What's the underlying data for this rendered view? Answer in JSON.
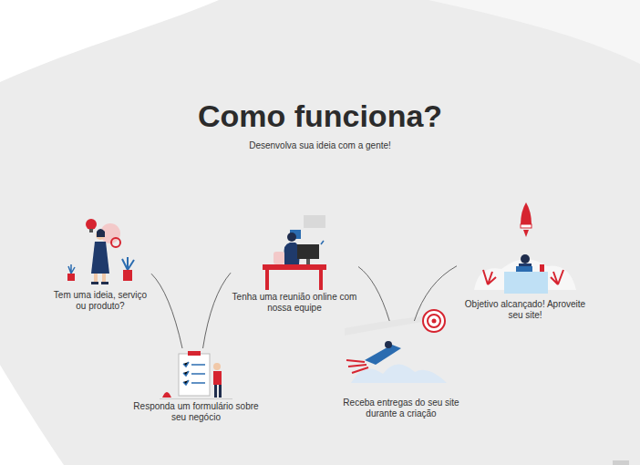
{
  "diagram": {
    "title": "Como funciona?",
    "nodes": [
      {
        "text": [
          "Tem uma ideia, serviço ou produto?"
        ]
      },
      {
        "text": [
          "Responda um formulário sobre seu negócio"
        ]
      },
      {
        "text": [
          "Tenha uma reunião online com nossa equipe"
        ]
      },
      {
        "text": [
          "Receba entregas do seu site durante a criação"
        ]
      },
      {
        "text": [
          "Objetivo alcançado! Aproveite seu site!"
        ]
      }
    ],
    "edges": [
      {
        "from": 0,
        "to": 1,
        "arrow": "none"
      },
      {
        "from": 1,
        "to": 2,
        "arrow": "none"
      },
      {
        "from": 2,
        "to": 3,
        "arrow": "none"
      },
      {
        "from": 3,
        "to": 4,
        "arrow": "none"
      }
    ],
    "labels": [
      "Desenvolva sua ideia com a gente!"
    ]
  }
}
